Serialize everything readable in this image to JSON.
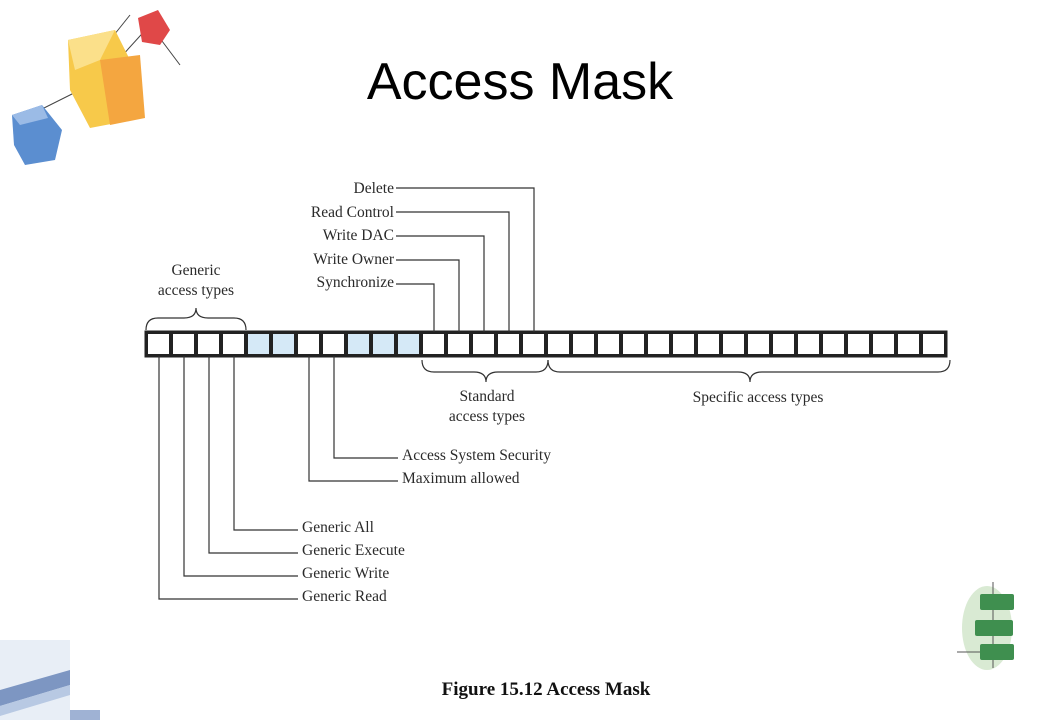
{
  "slide": {
    "title": "Access Mask",
    "caption": "Figure 15.12 Access Mask"
  },
  "diagram": {
    "bit_count": 32,
    "highlighted_bits": [
      4,
      5,
      8,
      9,
      10
    ],
    "highlight_color": "#d5e9f7",
    "top_labels": {
      "delete": "Delete",
      "read_control": "Read Control",
      "write_dac": "Write DAC",
      "write_owner": "Write Owner",
      "synchronize": "Synchronize"
    },
    "group_labels": {
      "generic_line1": "Generic",
      "generic_line2": "access types",
      "standard_line1": "Standard",
      "standard_line2": "access types",
      "specific": "Specific access types"
    },
    "bottom_labels": {
      "access_system_security": "Access System Security",
      "maximum_allowed": "Maximum allowed",
      "generic_all": "Generic All",
      "generic_execute": "Generic Execute",
      "generic_write": "Generic Write",
      "generic_read": "Generic Read"
    }
  },
  "decorations": {
    "top_left": "abstract-cubes-graphic",
    "bottom_right": "stacked-blocks-graphic",
    "bottom_left": "corner-stripes-graphic"
  }
}
